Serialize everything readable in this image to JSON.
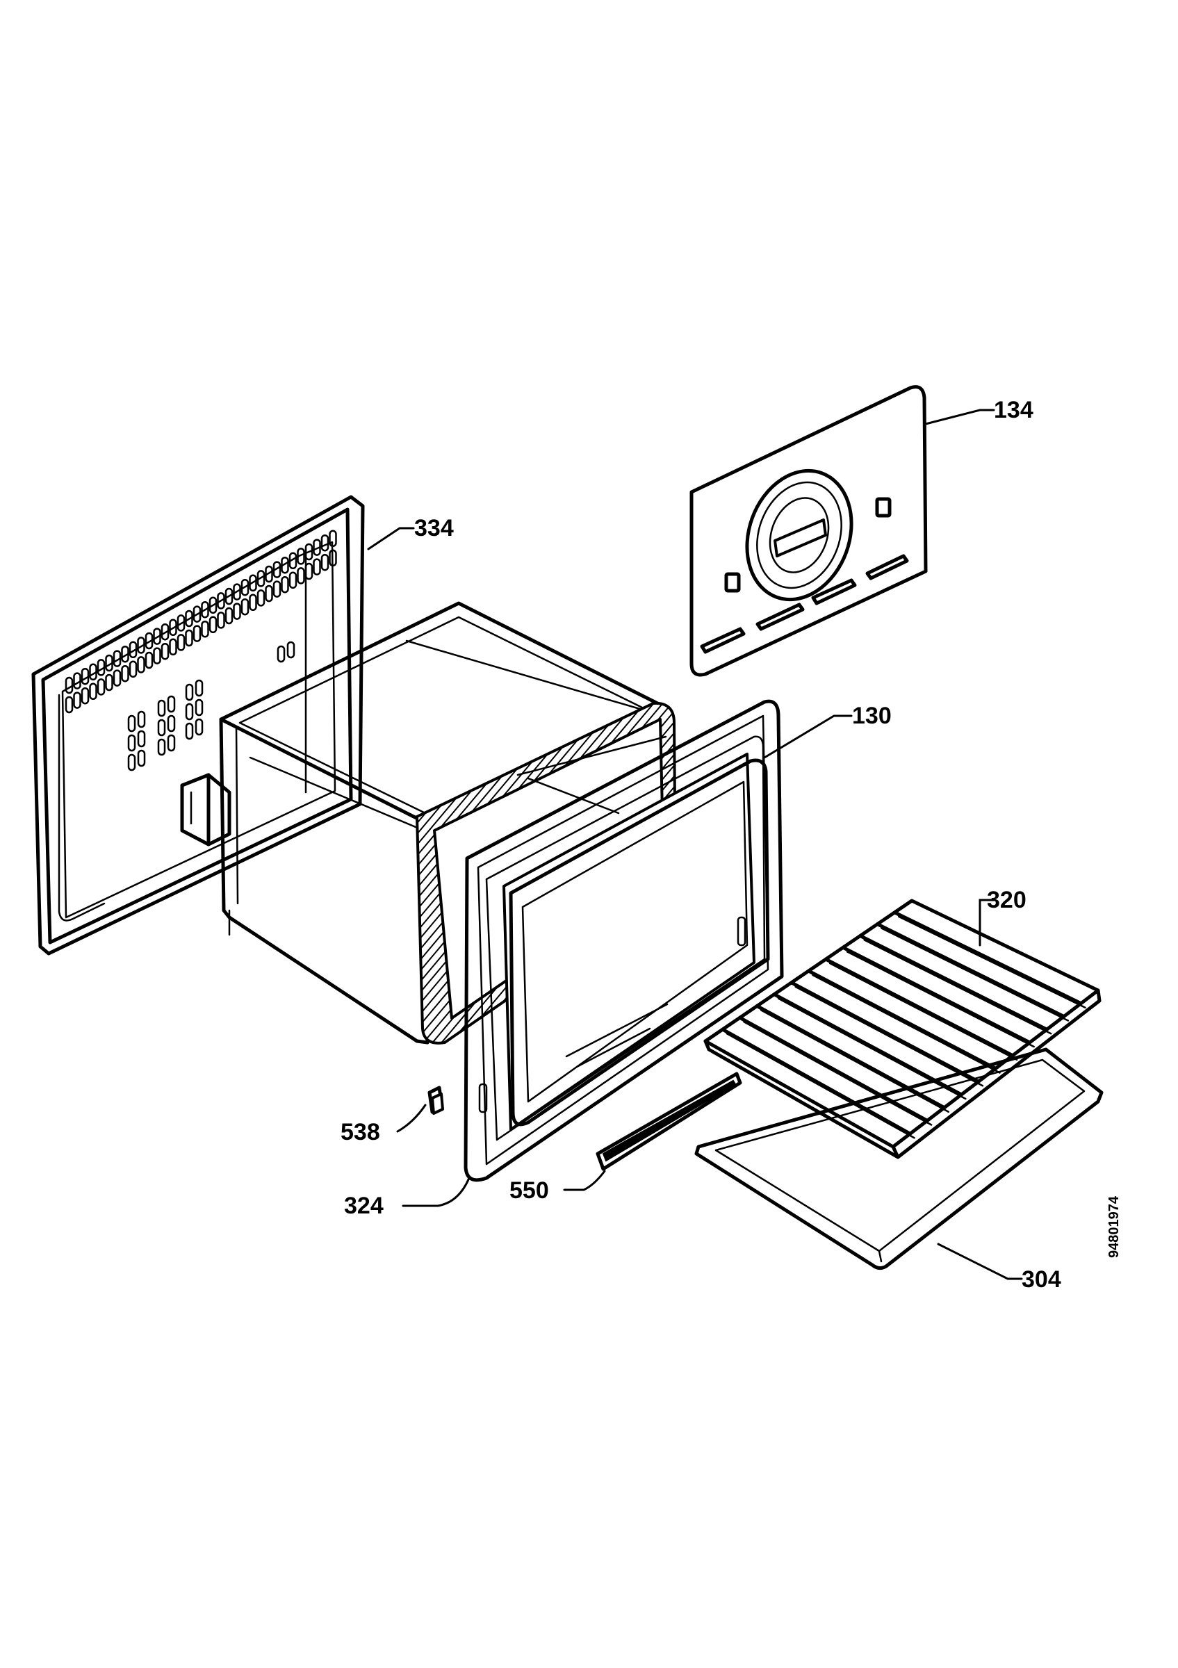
{
  "callouts": {
    "p134": "134",
    "p334": "334",
    "p130": "130",
    "p320": "320",
    "p538": "538",
    "p324": "324",
    "p550": "550",
    "p304": "304"
  },
  "document_code": "94801974"
}
